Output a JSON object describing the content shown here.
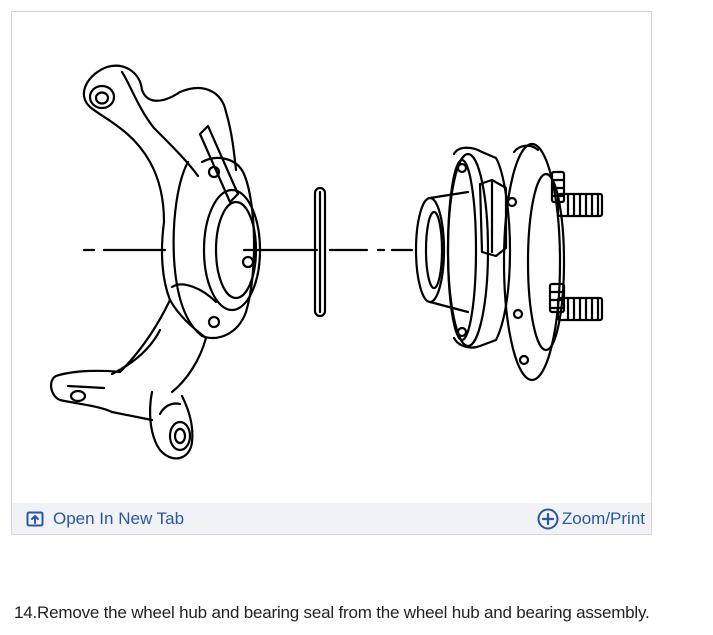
{
  "figure": {
    "open_new_tab_label": "Open In New Tab",
    "zoom_print_label": "Zoom/Print",
    "open_new_tab_icon": "open-in-new-tab-icon",
    "zoom_icon": "zoom-plus-icon",
    "accent_color": "#2a56a8"
  },
  "step": {
    "text": "14.Remove the wheel hub and bearing seal from the wheel hub and bearing assembly."
  }
}
